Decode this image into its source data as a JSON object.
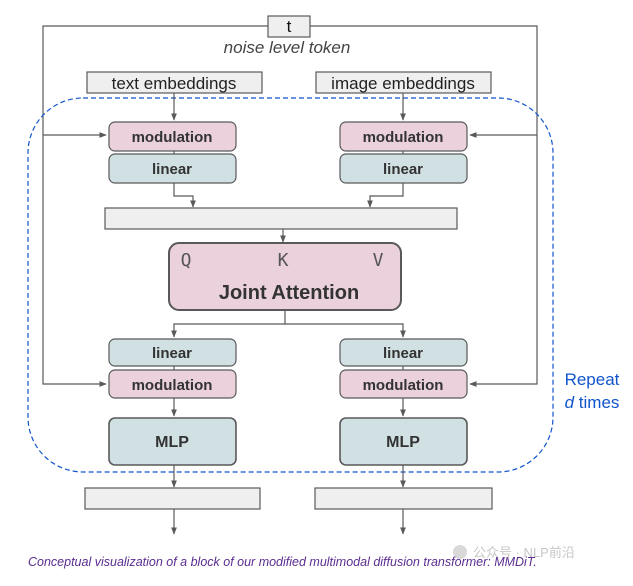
{
  "t_label": "t",
  "noise_label": "noise level token",
  "text_embeddings": "text embeddings",
  "image_embeddings": "image embeddings",
  "modulation": "modulation",
  "linear": "linear",
  "attention": {
    "q": "Q",
    "k": "K",
    "v": "V",
    "title": "Joint Attention"
  },
  "mlp": "MLP",
  "repeat": {
    "line1": "Repeat",
    "d": "d",
    "times": " times"
  },
  "caption": "Conceptual visualization of a block of our modified multimodal diffusion transformer: MMDiT.",
  "watermark": "公众号 · NLP前沿",
  "colors": {
    "pink": "#ead1dc",
    "teal": "#d0e0e3",
    "gray": "#efefef",
    "stroke": "#595959",
    "blue": "#1155cc",
    "caption": "#5b2d90"
  }
}
